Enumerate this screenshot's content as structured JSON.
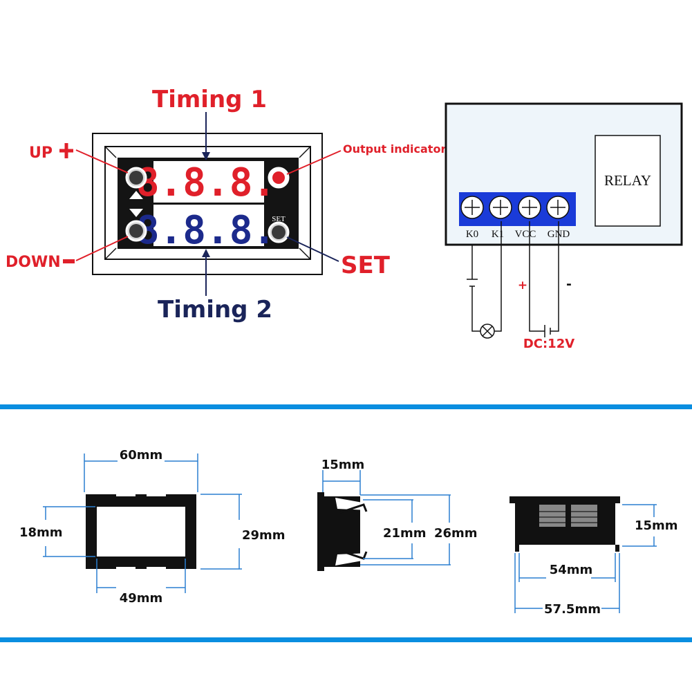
{
  "front_panel": {
    "timing1_label": "Timing 1",
    "timing2_label": "Timing 2",
    "up_label": "UP",
    "down_label": "DOWN",
    "set_label": "SET",
    "output_indicator_label": "Output indicator",
    "set_button_text": "SET",
    "display_top_text": "8.8.8.",
    "display_bottom_text": "8.8.8.",
    "colors": {
      "red": "#e0202a",
      "blue": "#1c2a8c",
      "navy": "#1a2459"
    }
  },
  "wiring": {
    "relay_label": "RELAY",
    "terminals": [
      "K0",
      "K1",
      "VCC",
      "GND"
    ],
    "plus_sign": "+",
    "minus_sign": "-",
    "supply_label": "DC:12V"
  },
  "dimensions": {
    "front": {
      "width": "60mm",
      "height": "29mm",
      "inner_height": "18mm",
      "inner_width": "49mm"
    },
    "side": {
      "depth": "15mm",
      "inner": "21mm",
      "outer": "26mm"
    },
    "top": {
      "height": "15mm",
      "inner_width": "54mm",
      "outer_width": "57.5mm"
    },
    "dim_color": "#2a7fd0"
  },
  "divider_color": "#0a8ee0"
}
